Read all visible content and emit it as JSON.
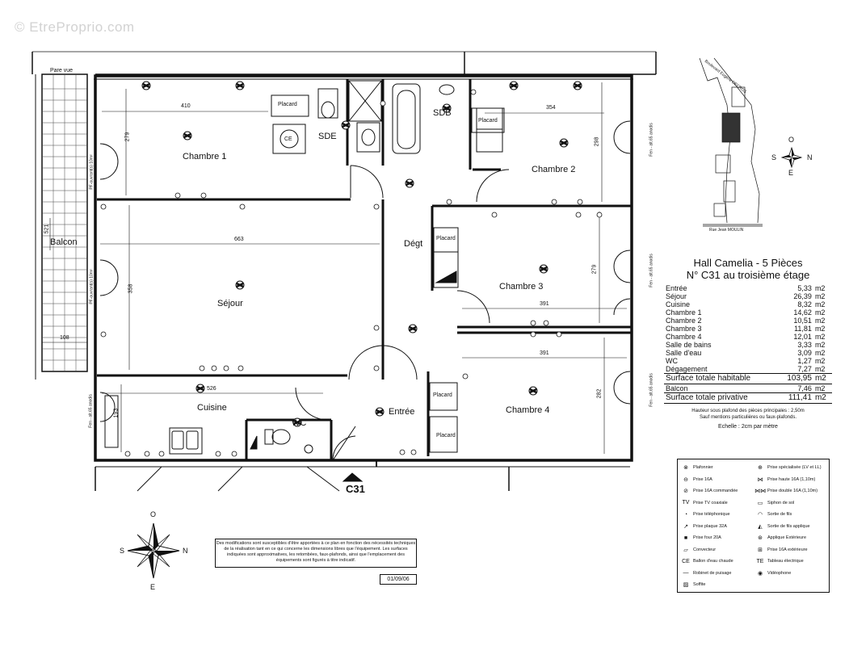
{
  "watermark": "© EtreProprio.com",
  "rooms": {
    "chambre1": "Chambre 1",
    "chambre2": "Chambre 2",
    "chambre3": "Chambre 3",
    "chambre4": "Chambre 4",
    "sejour": "Séjour",
    "cuisine": "Cuisine",
    "entree": "Entrée",
    "degt": "Dégt",
    "sde": "SDE",
    "sdb": "SDB",
    "wc": "WC",
    "balcon": "Balcon",
    "pare_vue": "Pare vue",
    "placard": "Placard",
    "ce": "CE",
    "apartment": "C31"
  },
  "dimensions": {
    "d410": "410",
    "d279a": "279",
    "d354": "354",
    "d298": "298",
    "d663": "663",
    "d358": "358",
    "d279b": "279",
    "d391a": "391",
    "d391b": "391",
    "d282": "282",
    "d526": "526",
    "d193": "193",
    "d108": "108",
    "d521": "521"
  },
  "summary": {
    "title1": "Hall Camelia - 5 Pièces",
    "title2": "N° C31 au troisième étage",
    "rows": [
      {
        "label": "Entrée",
        "value": "5,33",
        "unit": "m2"
      },
      {
        "label": "Séjour",
        "value": "26,39",
        "unit": "m2"
      },
      {
        "label": "Cuisine",
        "value": "8,32",
        "unit": "m2"
      },
      {
        "label": "Chambre 1",
        "value": "14,62",
        "unit": "m2"
      },
      {
        "label": "Chambre 2",
        "value": "10,51",
        "unit": "m2"
      },
      {
        "label": "Chambre 3",
        "value": "11,81",
        "unit": "m2"
      },
      {
        "label": "Chambre 4",
        "value": "12,01",
        "unit": "m2"
      },
      {
        "label": "Salle de bains",
        "value": "3,33",
        "unit": "m2"
      },
      {
        "label": "Salle d'eau",
        "value": "3,09",
        "unit": "m2"
      },
      {
        "label": "WC",
        "value": "1,27",
        "unit": "m2"
      },
      {
        "label": "Dégagement",
        "value": "7,27",
        "unit": "m2"
      }
    ],
    "total_habitable": {
      "label": "Surface totale habitable",
      "value": "103,95",
      "unit": "m2"
    },
    "balcon": {
      "label": "Balcon",
      "value": "7,46",
      "unit": "m2"
    },
    "total_privative": {
      "label": "Surface totale privative",
      "value": "111,41",
      "unit": "m2"
    },
    "note1": "Hauteur sous plafond des pièces principales : 2,50m",
    "note2": "Sauf mentions particulières ou faux-plafonds.",
    "scale": "Echelle : 2cm par mètre"
  },
  "legend": [
    {
      "sym": "⊗",
      "label": "Plafonnier"
    },
    {
      "sym": "⊕",
      "label": "Prise spécialisée (LV et LL)"
    },
    {
      "sym": "⊖",
      "label": "Prise 16A"
    },
    {
      "sym": "⋈",
      "label": "Prise haute 16A (1,10m)"
    },
    {
      "sym": "⊘",
      "label": "Prise 16A commandée"
    },
    {
      "sym": "⋈⋈",
      "label": "Prise double 16A (1,10m)"
    },
    {
      "sym": "TV",
      "label": "Prise TV coaxiale"
    },
    {
      "sym": "▭",
      "label": "Siphon de sol"
    },
    {
      "sym": "◔",
      "label": "Prise téléphonique"
    },
    {
      "sym": "◠",
      "label": "Sortie de fils"
    },
    {
      "sym": "↗",
      "label": "Prise plaque 32A"
    },
    {
      "sym": "◭",
      "label": "Sortie de fils applique"
    },
    {
      "sym": "■",
      "label": "Prise four 20A"
    },
    {
      "sym": "⊛",
      "label": "Applique Extérieure"
    },
    {
      "sym": "▱",
      "label": "Convecteur"
    },
    {
      "sym": "⊞",
      "label": "Prise 16A extérieure"
    },
    {
      "sym": "CE",
      "label": "Ballon d'eau chaude"
    },
    {
      "sym": "TE",
      "label": "Tableau électrique"
    },
    {
      "sym": "—",
      "label": "Robinet de puisage"
    },
    {
      "sym": "◉",
      "label": "Vidéophone"
    },
    {
      "sym": "▨",
      "label": "Soffite"
    }
  ],
  "notice": "Des modifications sont susceptibles d'être apportées à ce plan en fonction des nécessités techniques de la réalisation tant en ce qui concerne les dimensions libres que l'équipement. Les surfaces indiquées sont approximatives, les retombées, faux-plafonds, ainsi que l'emplacement des équipements sont figurés à titre indicatif.",
  "date": "01/09/06",
  "compass": {
    "n": "N",
    "s": "S",
    "e": "E",
    "o": "O"
  },
  "location": {
    "street1": "Boulevard Eugène DECROS",
    "street2": "Rue Jean MOULIN"
  },
  "window_labels": {
    "w1": "Fen - alt.65 anodis",
    "w2": "PF-ouvrant(s) 10m²"
  }
}
